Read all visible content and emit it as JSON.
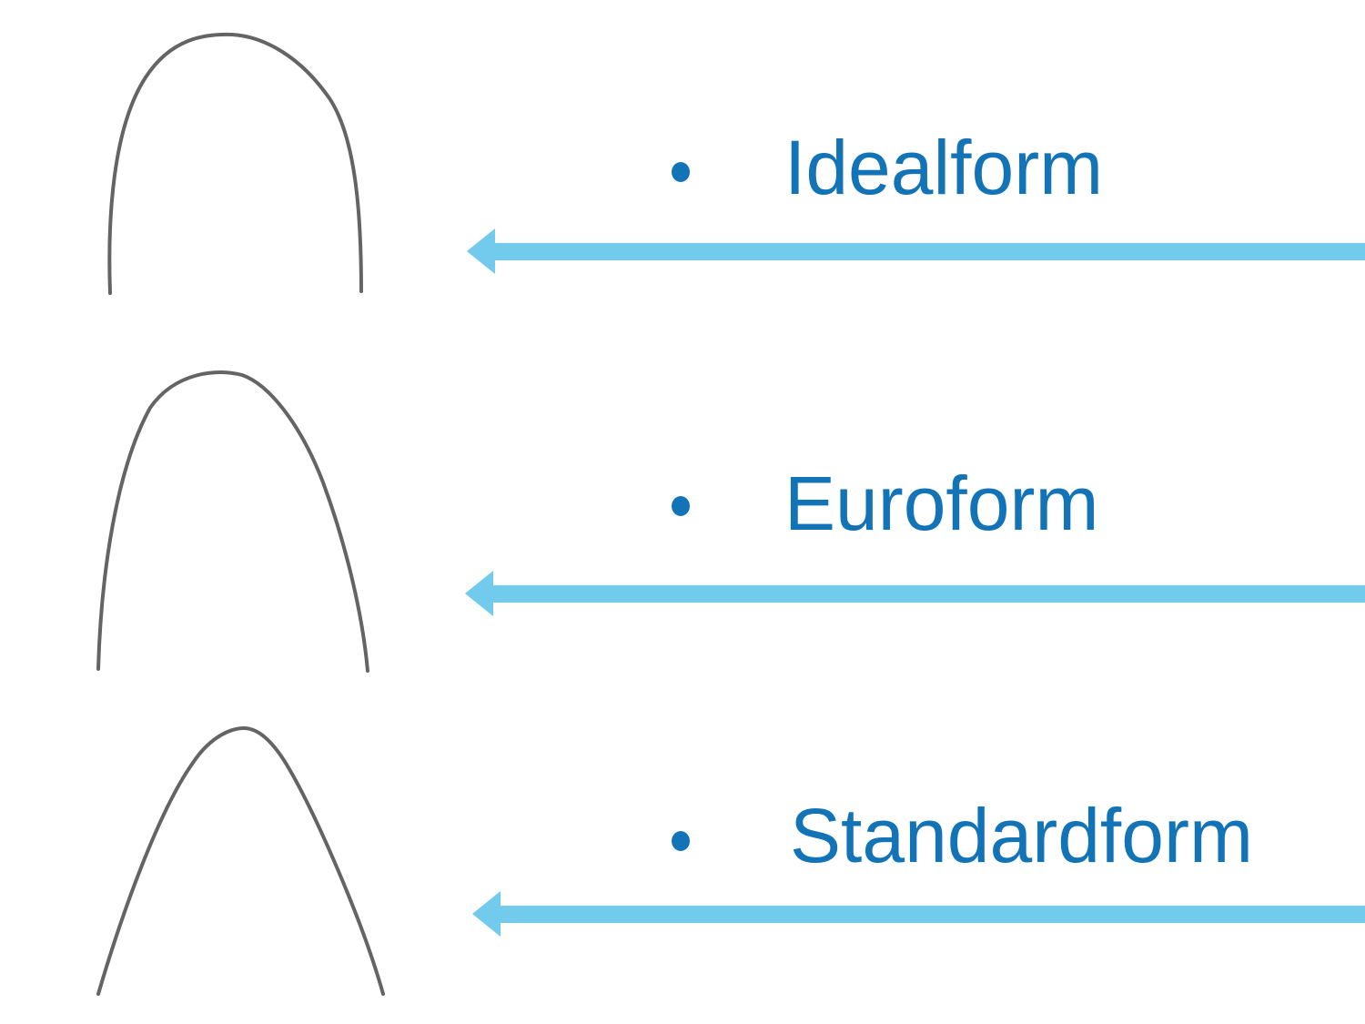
{
  "slide": {
    "items": [
      {
        "label": "Idealform",
        "icon": "idealform-archwire-curve"
      },
      {
        "label": "Euroform",
        "icon": "euroform-archwire-curve"
      },
      {
        "label": "Standardform",
        "icon": "standardform-archwire-curve"
      }
    ],
    "bullet_glyph": "•",
    "arrow_direction": "left",
    "colors": {
      "label_text": "#1273b6",
      "bullet": "#1273b6",
      "arrow": "#72caec",
      "wire": "#646464",
      "background": "#ffffff"
    }
  }
}
